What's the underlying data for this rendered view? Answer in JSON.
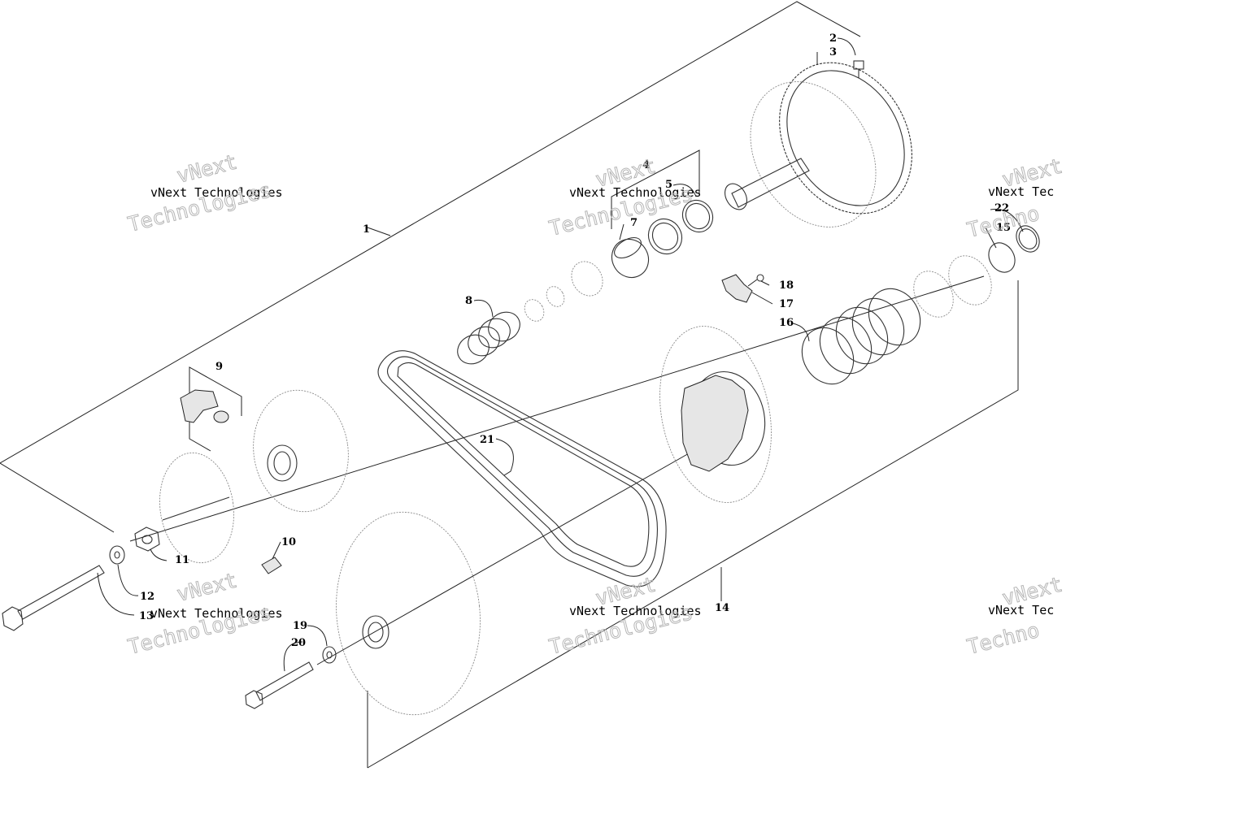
{
  "diagram": {
    "callouts": [
      "1",
      "2",
      "3",
      "4",
      "5",
      "7",
      "8",
      "9",
      "10",
      "11",
      "12",
      "13",
      "14",
      "15",
      "16",
      "17",
      "18",
      "19",
      "20",
      "21",
      "22"
    ],
    "watermark": {
      "line": "vNext Technologies",
      "big_top": "vNext",
      "big_bottom": "Technologies",
      "partial_line": "vNext Tec",
      "partial_top": "vNext",
      "partial_bottom": "Techno"
    }
  }
}
